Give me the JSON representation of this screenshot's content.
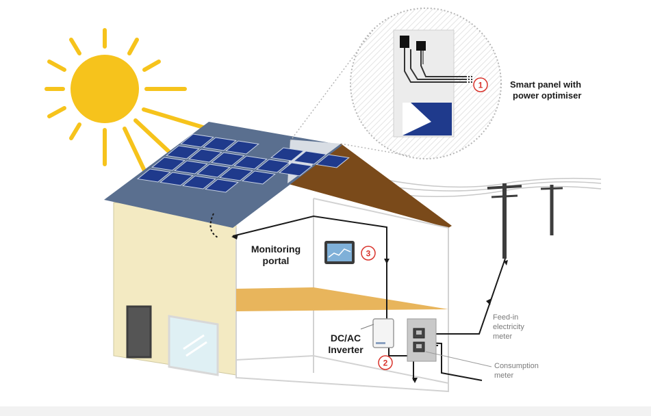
{
  "labels": {
    "smart_panel_line1": "Smart panel with",
    "smart_panel_line2": "power optimiser",
    "monitoring_line1": "Monitoring",
    "monitoring_line2": "portal",
    "inverter_line1": "DC/AC",
    "inverter_line2": "Inverter",
    "feedin_line1": "Feed-in",
    "feedin_line2": "electricity",
    "feedin_line3": "meter",
    "consumption_line1": "Consumption",
    "consumption_line2": "meter"
  },
  "markers": {
    "smart_panel": "1",
    "inverter": "2",
    "monitoring": "3"
  },
  "colors": {
    "sun": "#f6c31c",
    "roof_panel": "#1f3a8c",
    "roof_base": "#5a6f8f",
    "wall": "#f3eac2",
    "roof_brown": "#7a4a1a",
    "floor": "#e8b55c",
    "marker_red": "#d9332b"
  }
}
